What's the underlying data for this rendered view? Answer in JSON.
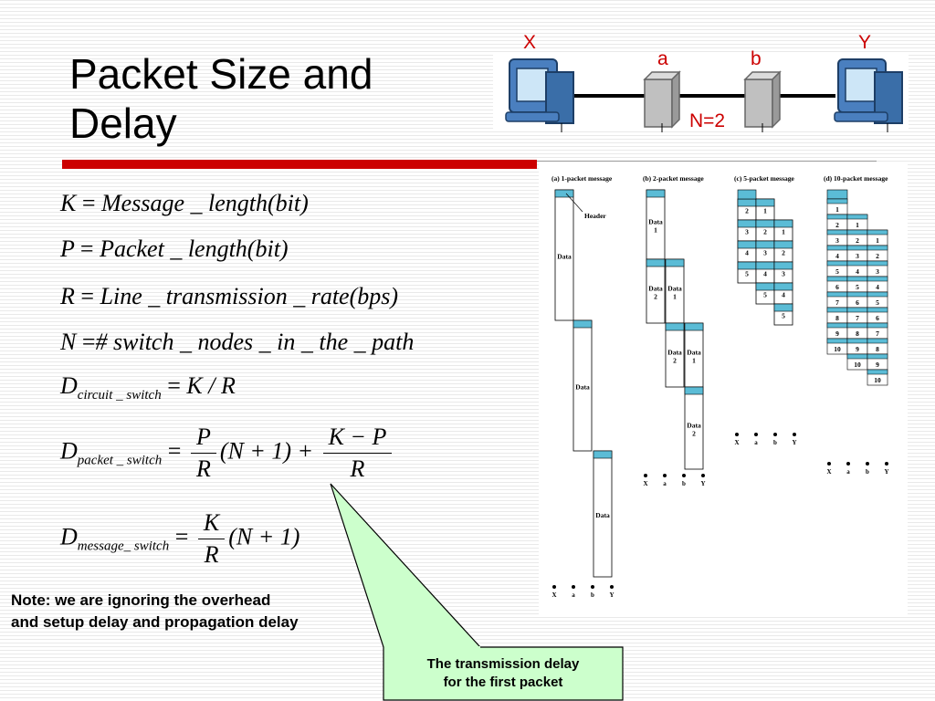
{
  "title": {
    "line1": "Packet Size and",
    "line2": "Delay"
  },
  "network": {
    "label_x": "X",
    "label_y": "Y",
    "label_a": "a",
    "label_b": "b",
    "label_n": "N=2",
    "label_color": "#cc0000",
    "host_color": "#4a7fbf",
    "switch_color": "#c0c0c0"
  },
  "equations": {
    "k": {
      "lhs": "K",
      "rhs": "Message _ length(bit)"
    },
    "p": {
      "lhs": "P",
      "rhs": "Packet _ length(bit)"
    },
    "r": {
      "lhs": "R",
      "rhs": "Line _ transmission _ rate(bps)"
    },
    "n": {
      "lhs": "N",
      "rhs": "# switch _ nodes _ in _ the _ path"
    },
    "d_circuit": {
      "d": "D",
      "sub": "circuit _ switch",
      "rhs": "K / R"
    },
    "d_packet": {
      "d": "D",
      "sub": "packet _ switch",
      "num1": "P",
      "den1": "R",
      "mid": "(N + 1) +",
      "num2": "K − P",
      "den2": "R"
    },
    "d_message": {
      "d": "D",
      "sub": "message_ switch",
      "num": "K",
      "den": "R",
      "tail": "(N + 1)"
    }
  },
  "diagram": {
    "panel_titles": [
      "(a) 1-packet message",
      "(b) 2-packet message",
      "(c) 5-packet message",
      "(d) 10-packet message"
    ],
    "header_label": "Header",
    "data_label": "Data",
    "node_labels": [
      "X",
      "a",
      "b",
      "Y"
    ],
    "fill_color": "#5bbcd6"
  },
  "note": {
    "line1": "Note: we are ignoring the overhead",
    "line2": "and setup delay and propagation delay"
  },
  "callout": {
    "line1": "The transmission delay",
    "line2": "for the first packet",
    "fill": "#ccffcc"
  }
}
